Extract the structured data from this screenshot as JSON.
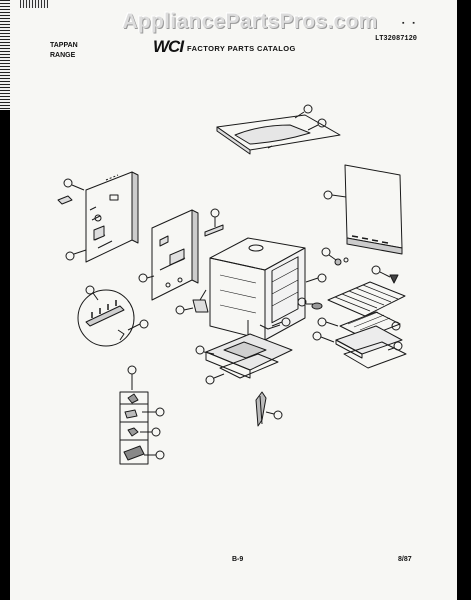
{
  "watermark": "AppliancePartsPros.com",
  "header": {
    "brand_line1": "TAPPAN",
    "brand_line2": "RANGE",
    "logo_text": "WCI",
    "catalog_title": "FACTORY PARTS CATALOG",
    "model_number": "LT32087120"
  },
  "footer": {
    "page_number": "B-9",
    "date_code": "8/87"
  }
}
